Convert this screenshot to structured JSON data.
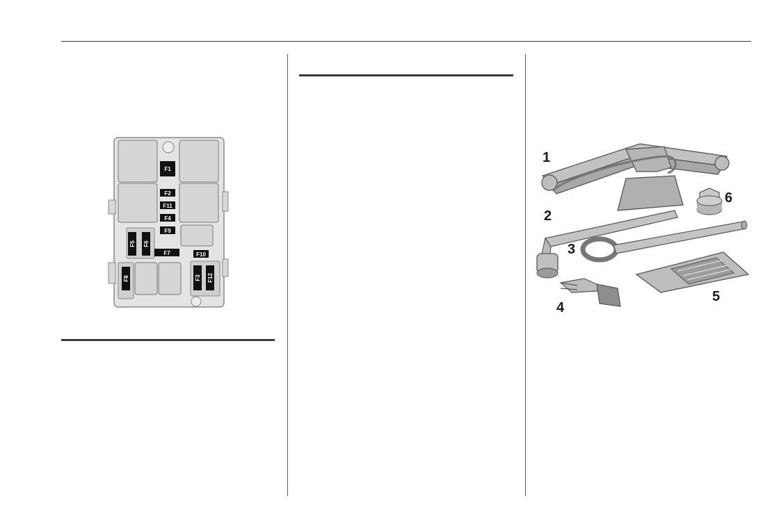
{
  "fuse_box": {
    "fuses": [
      {
        "id": "F1",
        "label": "F1"
      },
      {
        "id": "F2",
        "label": "F2"
      },
      {
        "id": "F11",
        "label": "F11"
      },
      {
        "id": "F4",
        "label": "F4"
      },
      {
        "id": "F9",
        "label": "F9"
      },
      {
        "id": "F5",
        "label": "F5"
      },
      {
        "id": "F6",
        "label": "F6"
      },
      {
        "id": "F7",
        "label": "F7"
      },
      {
        "id": "F10",
        "label": "F10"
      },
      {
        "id": "F8",
        "label": "F8"
      },
      {
        "id": "F3",
        "label": "F3"
      },
      {
        "id": "F12",
        "label": "F12"
      }
    ]
  },
  "tool_kit": {
    "callouts": [
      "1",
      "2",
      "3",
      "4",
      "5",
      "6"
    ]
  },
  "colors": {
    "rule": "#3a3a3a",
    "housing": "#e4e4e4",
    "relay": "#d6d6d6",
    "fuse": "#111111",
    "tool": "#bcbcbc"
  }
}
